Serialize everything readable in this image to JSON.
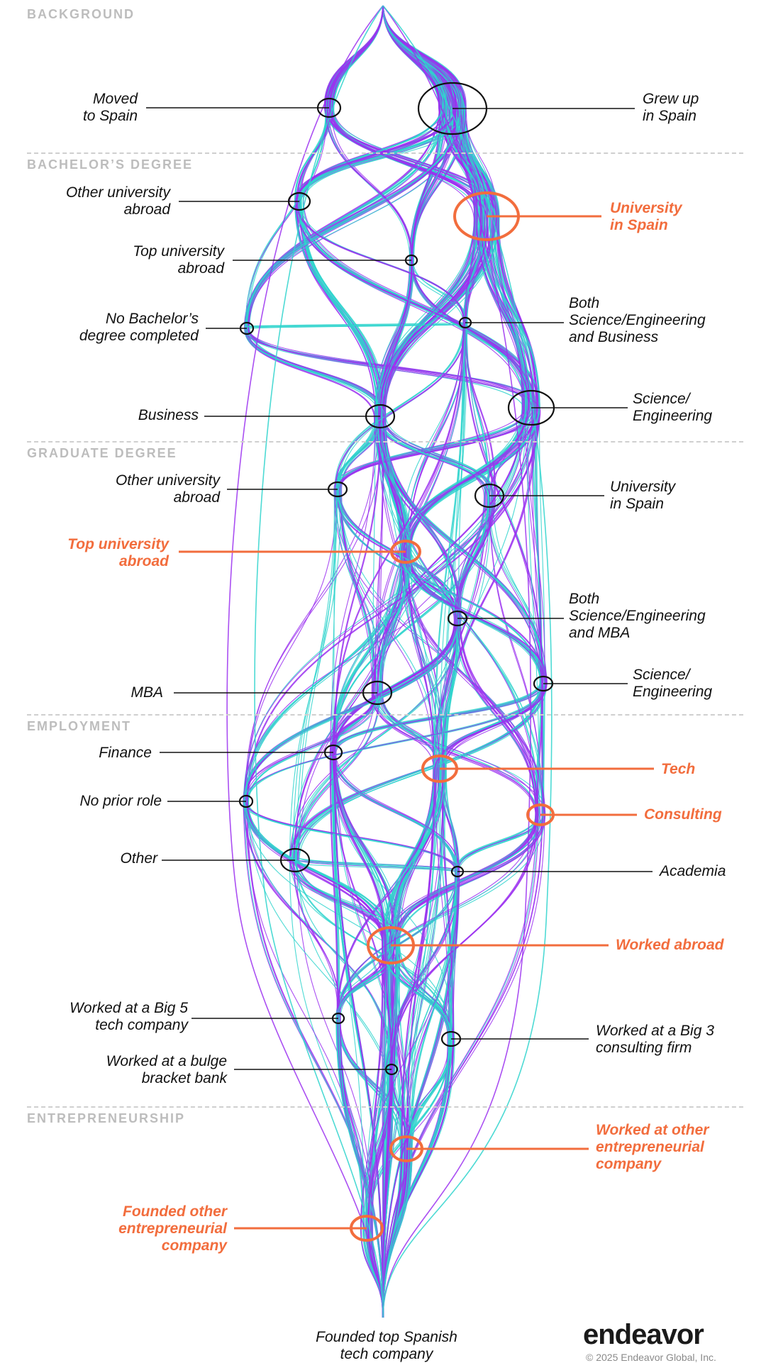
{
  "sections": [
    {
      "title": "BACKGROUND"
    },
    {
      "title": "BACHELOR’S DEGREE"
    },
    {
      "title": "GRADUATE DEGREE"
    },
    {
      "title": "EMPLOYMENT"
    },
    {
      "title": "ENTREPRENEURSHIP"
    }
  ],
  "nodes": [
    {
      "id": "moved_spain",
      "label": "Moved\nto Spain",
      "side": "left",
      "highlight": false
    },
    {
      "id": "grew_spain",
      "label": "Grew up\nin Spain",
      "side": "right",
      "highlight": false
    },
    {
      "id": "ba_other_abroad",
      "label": "Other university\nabroad",
      "side": "left",
      "highlight": false
    },
    {
      "id": "ba_uni_spain",
      "label": "University\nin Spain",
      "side": "right",
      "highlight": true
    },
    {
      "id": "ba_top_abroad",
      "label": "Top university\nabroad",
      "side": "left",
      "highlight": false
    },
    {
      "id": "ba_both",
      "label": "Both\nScience/Engineering\nand Business",
      "side": "right",
      "highlight": false
    },
    {
      "id": "ba_none",
      "label": "No Bachelor’s\ndegree completed",
      "side": "left",
      "highlight": false
    },
    {
      "id": "ba_business",
      "label": "Business",
      "side": "left",
      "highlight": false
    },
    {
      "id": "ba_sci",
      "label": "Science/\nEngineering",
      "side": "right",
      "highlight": false
    },
    {
      "id": "gr_other_abroad",
      "label": "Other university\nabroad",
      "side": "left",
      "highlight": false
    },
    {
      "id": "gr_uni_spain",
      "label": "University\nin Spain",
      "side": "right",
      "highlight": false
    },
    {
      "id": "gr_top_abroad",
      "label": "Top university\nabroad",
      "side": "left",
      "highlight": true
    },
    {
      "id": "gr_both",
      "label": "Both\nScience/Engineering\nand MBA",
      "side": "right",
      "highlight": false
    },
    {
      "id": "gr_mba",
      "label": "MBA",
      "side": "left",
      "highlight": false
    },
    {
      "id": "gr_sci",
      "label": "Science/\nEngineering",
      "side": "right",
      "highlight": false
    },
    {
      "id": "em_finance",
      "label": "Finance",
      "side": "left",
      "highlight": false
    },
    {
      "id": "em_tech",
      "label": "Tech",
      "side": "right",
      "highlight": true
    },
    {
      "id": "em_none",
      "label": "No prior role",
      "side": "left",
      "highlight": false
    },
    {
      "id": "em_consulting",
      "label": "Consulting",
      "side": "right",
      "highlight": true
    },
    {
      "id": "em_other",
      "label": "Other",
      "side": "left",
      "highlight": false
    },
    {
      "id": "em_academia",
      "label": "Academia",
      "side": "right",
      "highlight": false
    },
    {
      "id": "em_abroad",
      "label": "Worked abroad",
      "side": "right",
      "highlight": true
    },
    {
      "id": "em_big5",
      "label": "Worked at a Big 5\ntech company",
      "side": "left",
      "highlight": false
    },
    {
      "id": "em_big3",
      "label": "Worked at a Big 3\nconsulting firm",
      "side": "right",
      "highlight": false
    },
    {
      "id": "em_bulge",
      "label": "Worked at a bulge\nbracket bank",
      "side": "left",
      "highlight": false
    },
    {
      "id": "en_other_ent",
      "label": "Worked at other\nentrepreneurial\ncompany",
      "side": "right",
      "highlight": true
    },
    {
      "id": "en_founded",
      "label": "Founded other\nentrepreneurial\ncompany",
      "side": "left",
      "highlight": true
    }
  ],
  "final_node": "Founded top Spanish\ntech company",
  "brand": "endeavor",
  "copyright": "© 2025 Endeavor Global, Inc.",
  "colors": {
    "series_a": "#9b30f0",
    "series_b": "#2ed3cc",
    "highlight": "#f26d3d",
    "node": "#111111",
    "section_title": "#bdbdbd"
  }
}
